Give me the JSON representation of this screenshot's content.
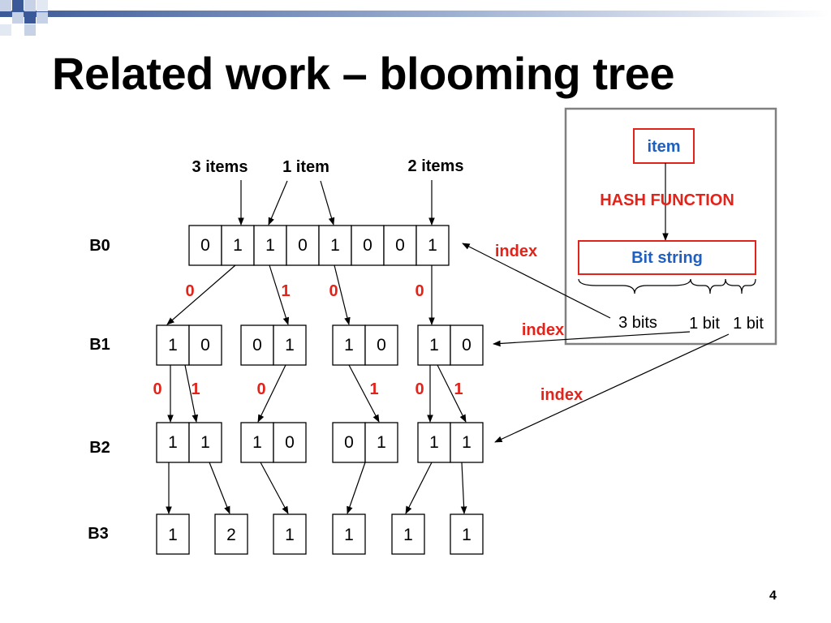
{
  "slide": {
    "title": "Related work – blooming tree",
    "number": "4"
  },
  "colors": {
    "accent_red": "#e2231a",
    "accent_blue": "#1f5fbf",
    "header_blue": "#3b5998"
  },
  "rows": [
    {
      "label": "B0",
      "groups": [
        [
          "0",
          "1",
          "1",
          "0",
          "1",
          "0",
          "0",
          "1"
        ]
      ]
    },
    {
      "label": "B1",
      "groups": [
        [
          "1",
          "0"
        ],
        [
          "0",
          "1"
        ],
        [
          "1",
          "0"
        ],
        [
          "1",
          "0"
        ]
      ]
    },
    {
      "label": "B2",
      "groups": [
        [
          "1",
          "1"
        ],
        [
          "1",
          "0"
        ],
        [
          "0",
          "1"
        ],
        [
          "1",
          "1"
        ]
      ]
    },
    {
      "label": "B3",
      "groups": [
        [
          "1"
        ],
        [
          "2"
        ],
        [
          "1"
        ],
        [
          "1"
        ],
        [
          "1"
        ],
        [
          "1"
        ]
      ]
    }
  ],
  "top_labels": [
    "3 items",
    "1 item",
    "2 items"
  ],
  "branch_labels": {
    "b0": [
      "0",
      "1",
      "0",
      "0"
    ],
    "b1": [
      "0",
      "1",
      "0",
      "1",
      "0",
      "1"
    ]
  },
  "index_label": "index",
  "legend": {
    "item": "item",
    "hash_function": "HASH FUNCTION",
    "bit_string": "Bit string",
    "parts": [
      "3 bits",
      "1 bit",
      "1 bit"
    ]
  }
}
